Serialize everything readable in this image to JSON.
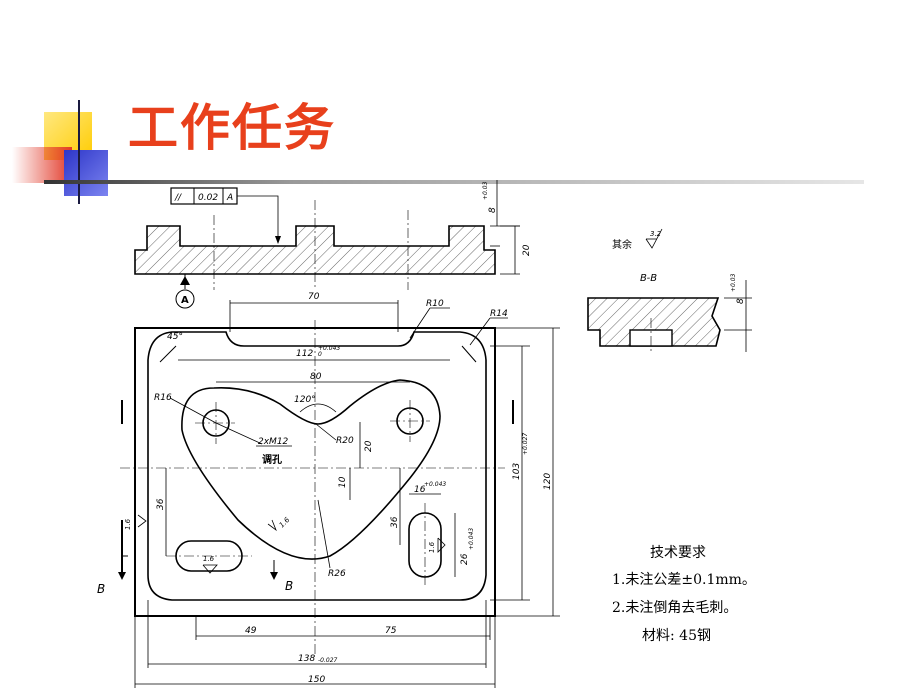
{
  "title": "工作任务",
  "colors": {
    "title": "#e8401c",
    "deco_yellow": "#ffd21a",
    "deco_red": "#e23a2a",
    "deco_blue": "#2c35c8"
  },
  "tolerance_frame": {
    "symbol": "//",
    "value": "0.02",
    "datum": "A"
  },
  "datum_label": "A",
  "surface_rest": "其余",
  "surface_rest_value": "3.2",
  "section_label": "B-B",
  "section_cut_label": "B",
  "dims": {
    "d_70": "70",
    "d_r10": "R10",
    "d_r14": "R14",
    "d_45": "45°",
    "d_112": "112",
    "d_112_tol": "+0.043",
    "d_112_tol_low": "0",
    "d_80": "80",
    "d_120deg": "120°",
    "d_r16": "R16",
    "d_r20": "R20",
    "d_thread": "2xM12",
    "d_thread_note": "调孔",
    "d_20": "20",
    "d_10": "10",
    "d_16": "16",
    "d_16_tol": "+0.043",
    "d_36a": "36",
    "d_36b": "36",
    "d_26": "26",
    "d_26_tol": "+0.043",
    "d_103": "103",
    "d_103_tol": "+0.027",
    "d_120": "120",
    "d_r26": "R26",
    "d_49": "49",
    "d_75": "75",
    "d_138": "138",
    "d_138_tol": "-0.027",
    "d_150": "150",
    "d_8": "8",
    "d_8_tol": "+0.03",
    "d_8b": "8",
    "d_8b_tol": "+0.03",
    "d_20h": "20",
    "rough_1_6a": "1.6",
    "rough_1_6b": "1.6",
    "rough_1_6c": "1.6",
    "rough_1_6d": "1.6"
  },
  "notes": {
    "heading": "技术要求",
    "line1": "1.未注公差±0.1mm。",
    "line2": "2.未注倒角去毛刺。",
    "material": "材料: 45钢"
  }
}
